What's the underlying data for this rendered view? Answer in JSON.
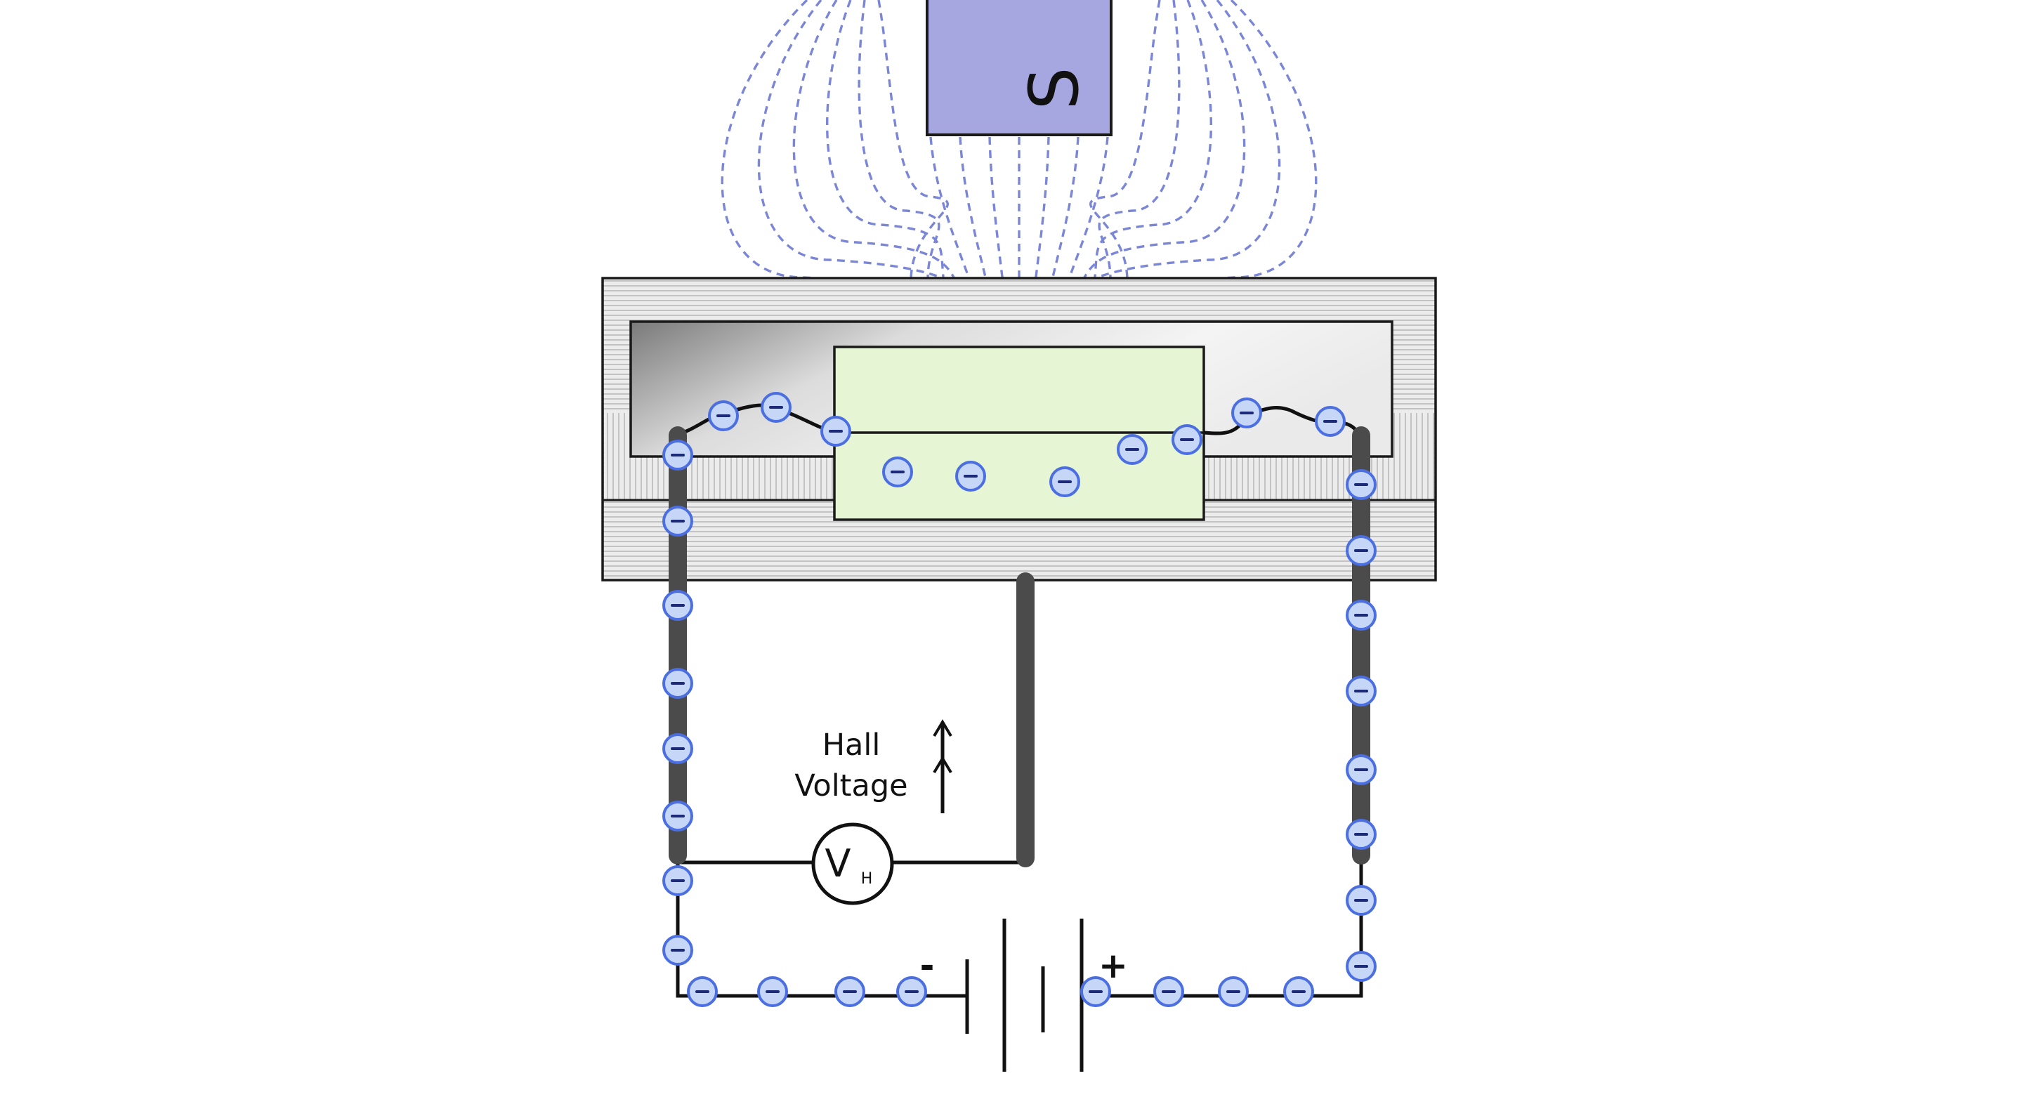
{
  "magnet": {
    "pole_label": "S",
    "color": "#a6a7e0"
  },
  "field_line_color": "#7b87d6",
  "voltage_label": {
    "line1": "Hall",
    "line2": "Voltage"
  },
  "voltmeter": {
    "main": "V",
    "sub": "H"
  },
  "battery": {
    "minus": "-",
    "plus": "+"
  },
  "sensor": {
    "plate_color": "#e6f5d4"
  },
  "electron": {
    "symbol": "−",
    "fill": "#c5d6f7",
    "stroke": "#4b6fe0"
  }
}
